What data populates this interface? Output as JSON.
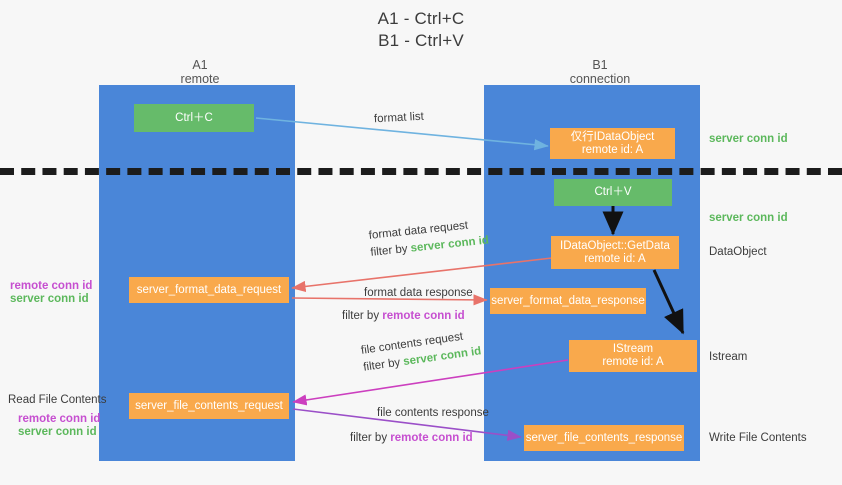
{
  "title": {
    "line1": "A1 - Ctrl+C",
    "line2": "B1 - Ctrl+V"
  },
  "columns": [
    {
      "name": "A1",
      "sub": "remote"
    },
    {
      "name": "B1",
      "sub": "connection"
    }
  ],
  "colors": {
    "lane": "#4a86d8",
    "box_orange": "#f9a94c",
    "box_green": "#66bb6a",
    "server_conn": "#5cb85c",
    "remote_conn": "#c64fd0",
    "arrow_blue": "#6fb3e0",
    "arrow_red": "#e8736a",
    "arrow_magenta": "#cc3fbf",
    "arrow_purple": "#9b4fc8",
    "arrow_black": "#000000",
    "separator": "#1c1c1c"
  },
  "boxes": {
    "ctrl_c": {
      "line1": "Ctrl＋C"
    },
    "idataobject_top": {
      "line1": "仅行IDataObject",
      "line2": "remote id: A"
    },
    "ctrl_v": {
      "line1": "Ctrl＋V"
    },
    "getdata": {
      "line1": "IDataObject::GetData",
      "line2": "remote id: A"
    },
    "server_format_data_request": {
      "line1": "server_format_data_request"
    },
    "server_format_data_response": {
      "line1": "server_format_data_response"
    },
    "istream": {
      "line1": "IStream",
      "line2": "remote id: A"
    },
    "server_file_contents_request": {
      "line1": "server_file_contents_request"
    },
    "server_file_contents_response": {
      "line1": "server_file_contents_response"
    }
  },
  "right_labels": {
    "server_conn_id_top": "server conn id",
    "server_conn_id_mid": "server conn id",
    "dataobject": "DataObject",
    "istream": "Istream",
    "write_file_contents": "Write File Contents"
  },
  "left_labels": {
    "remote_conn_id_1": "remote conn id",
    "server_conn_id_1": "server conn id",
    "read_file_contents": "Read File Contents",
    "remote_conn_id_2": "remote conn id",
    "server_conn_id_2": "server conn id"
  },
  "arrow_labels": {
    "format_list": "format list",
    "format_data_request": "format data request",
    "format_data_request_filter_prefix": "filter by ",
    "format_data_request_filter_value": "server conn id",
    "format_data_response": "format data response",
    "format_data_response_filter_prefix": "filter by ",
    "format_data_response_filter_value": "remote conn id",
    "file_contents_request": "file contents request",
    "file_contents_request_filter_prefix": "filter by ",
    "file_contents_request_filter_value": "server conn id",
    "file_contents_response": "file contents response",
    "file_contents_response_filter_prefix": "filter by ",
    "file_contents_response_filter_value": "remote conn id"
  }
}
